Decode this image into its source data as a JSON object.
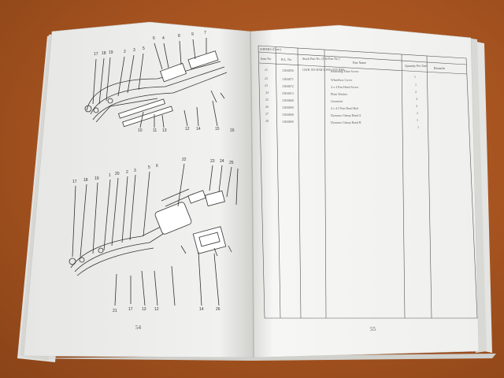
{
  "left_page": {
    "page_number": "54",
    "figure_1_callouts": [
      "17",
      "18",
      "19",
      "2",
      "3",
      "5",
      "6",
      "4",
      "8",
      "9",
      "7",
      "10",
      "11",
      "13",
      "12",
      "14",
      "15",
      "16"
    ],
    "figure_2_callouts": [
      "17",
      "18",
      "19",
      "1",
      "20",
      "2",
      "3",
      "5",
      "6",
      "22",
      "23",
      "24",
      "25",
      "21",
      "13",
      "12",
      "17",
      "14",
      "26"
    ]
  },
  "right_page": {
    "page_number": "55",
    "table_title": "WIPERS (Cont.)",
    "columns": [
      "Item No.",
      "B.L. No.",
      "Stuck Part No.\n(Old Part No.)",
      "Part Name",
      "Quantity\nPer Unit",
      "Remarks"
    ],
    "rows": [
      {
        "item": "21",
        "bl": "13H4856",
        "part": "GWB 183 BAR\nGWB 1835 BRE",
        "name": "Retaining Plate Screw",
        "qty": "1"
      },
      {
        "item": "22",
        "bl": "13H4871",
        "part": "",
        "name": "Wheelbox Cover",
        "qty": "1"
      },
      {
        "item": "23",
        "bl": "13H4872",
        "part": "",
        "name": "4 x 4 Pan Head Screw",
        "qty": "2"
      },
      {
        "item": "24",
        "bl": "53H4013",
        "part": "",
        "name": "Plain Washer",
        "qty": "4"
      },
      {
        "item": "25",
        "bl": "13H4868",
        "part": "",
        "name": "Grommet",
        "qty": "2"
      },
      {
        "item": "26",
        "bl": "13H4869",
        "part": "",
        "name": "4 x 4.5 Pan Head Bolt",
        "qty": "2"
      },
      {
        "item": "27",
        "bl": "13H4868",
        "part": "",
        "name": "Dynamo Clamp Band A",
        "qty": "1"
      },
      {
        "item": "28",
        "bl": "13H4869",
        "part": "",
        "name": "Dynamo Clamp Band B",
        "qty": "1"
      }
    ]
  },
  "colors": {
    "background": "#a4521f",
    "paper": "#f4f4f2",
    "ink": "#333333"
  }
}
